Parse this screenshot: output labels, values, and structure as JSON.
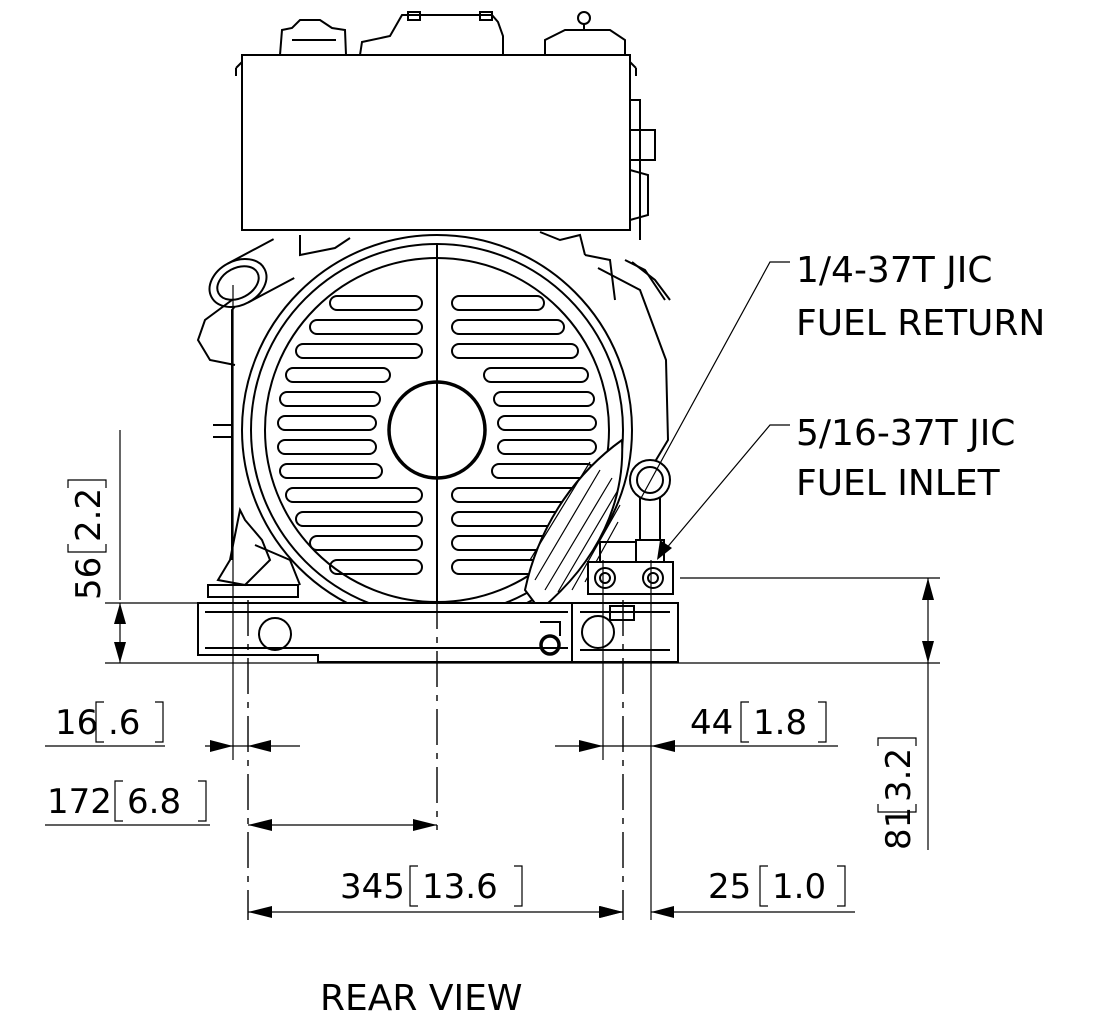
{
  "view_title": "REAR VIEW",
  "callouts": {
    "fuel_return": {
      "line1": "1/4-37T JIC",
      "line2": "FUEL RETURN"
    },
    "fuel_inlet": {
      "line1": "5/16-37T JIC",
      "line2": "FUEL INLET"
    }
  },
  "dimensions": {
    "d56": {
      "mm": "56",
      "in": "2.2"
    },
    "d16": {
      "mm": "16",
      "in": ".6"
    },
    "d172": {
      "mm": "172",
      "in": "6.8"
    },
    "d345": {
      "mm": "345",
      "in": "13.6"
    },
    "d44": {
      "mm": "44",
      "in": "1.8"
    },
    "d25": {
      "mm": "25",
      "in": "1.0"
    },
    "d81": {
      "mm": "81",
      "in": "3.2"
    }
  }
}
